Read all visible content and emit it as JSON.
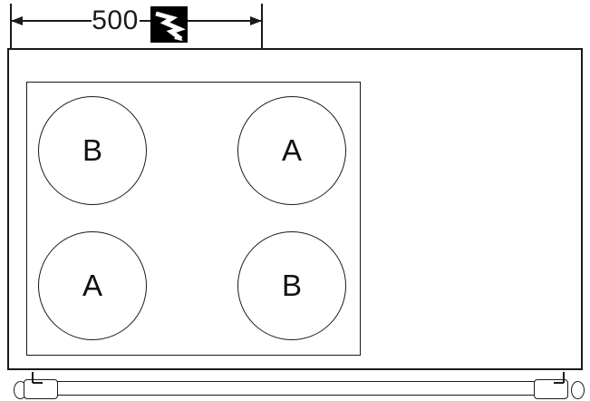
{
  "dimension": {
    "label": "500"
  },
  "burners": [
    {
      "position": "top-left",
      "label": "B"
    },
    {
      "position": "top-right",
      "label": "A"
    },
    {
      "position": "bottom-left",
      "label": "A"
    },
    {
      "position": "bottom-right",
      "label": "B"
    }
  ],
  "icons": {
    "electric_flash": "lightning-bolt"
  },
  "colors": {
    "line": "#1a1a1a",
    "background": "#ffffff",
    "icon_background": "#000000",
    "icon_glyph": "#ffffff"
  }
}
